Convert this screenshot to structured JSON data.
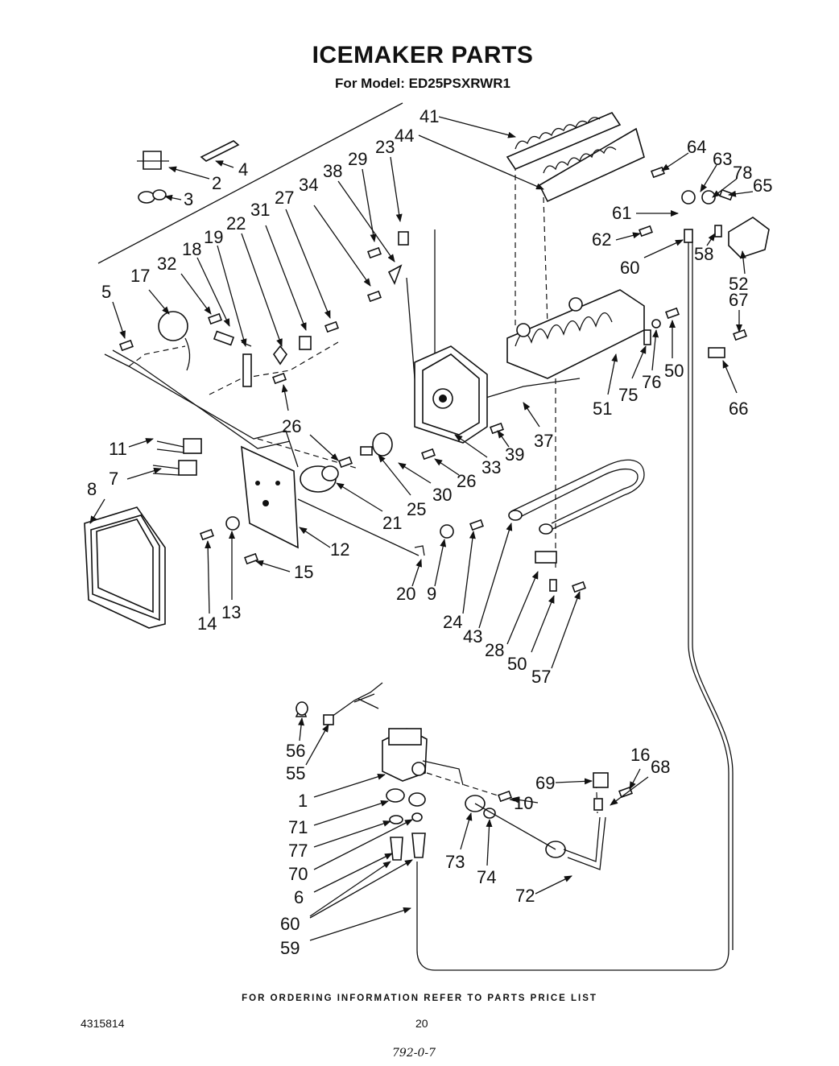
{
  "title": "ICEMAKER PARTS",
  "subtitle": "For Model: ED25PSXRWR1",
  "footer_note": "FOR ORDERING INFORMATION REFER TO PARTS PRICE LIST",
  "doc_number": "4315814",
  "page_number": "20",
  "handwritten_note": "792-0-7",
  "callouts": {
    "c41": "41",
    "c44": "44",
    "c29": "29",
    "c23": "23",
    "c38": "38",
    "c34": "34",
    "c27": "27",
    "c31": "31",
    "c22": "22",
    "c19": "19",
    "c18": "18",
    "c32": "32",
    "c17": "17",
    "c5": "5",
    "c2": "2",
    "c4": "4",
    "c3": "3",
    "c64": "64",
    "c63": "63",
    "c78": "78",
    "c65": "65",
    "c61": "61",
    "c62": "62",
    "c60a": "60",
    "c58": "58",
    "c52": "52",
    "c67": "67",
    "c66": "66",
    "c50a": "50",
    "c76": "76",
    "c75": "75",
    "c51": "51",
    "c37": "37",
    "c39": "39",
    "c33": "33",
    "c26a": "26",
    "c26b": "26",
    "c30": "30",
    "c25": "25",
    "c21": "21",
    "c11": "11",
    "c7": "7",
    "c8": "8",
    "c12": "12",
    "c15": "15",
    "c13": "13",
    "c14": "14",
    "c20": "20",
    "c9": "9",
    "c24": "24",
    "c43": "43",
    "c28": "28",
    "c50b": "50",
    "c57": "57",
    "c56": "56",
    "c55": "55",
    "c1": "1",
    "c71": "71",
    "c77": "77",
    "c70": "70",
    "c6": "6",
    "c60b": "60",
    "c59": "59",
    "c73": "73",
    "c74": "74",
    "c10": "10",
    "c69": "69",
    "c16": "16",
    "c68": "68",
    "c72": "72"
  }
}
